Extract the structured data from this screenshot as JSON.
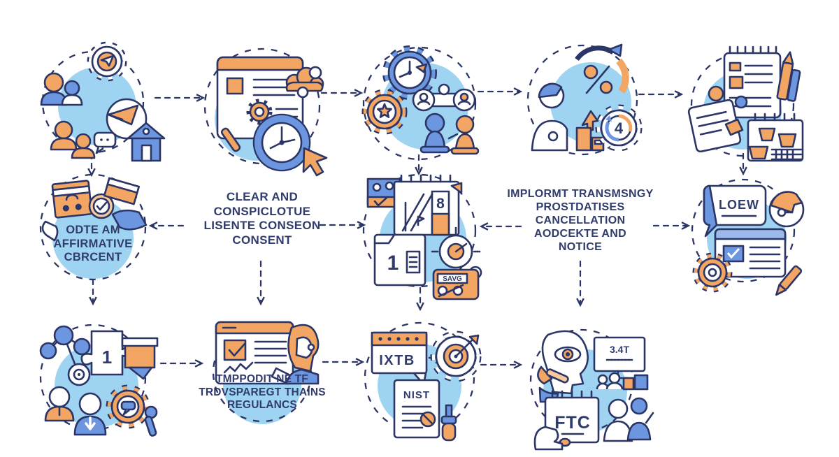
{
  "app": {
    "type": "flowchart-infographic",
    "background": "#ffffff"
  },
  "palette": {
    "outline": "#2c3666",
    "text": "#303c6b",
    "orange": "#f3a563",
    "orange_light": "#f8c99d",
    "blue": "#6c96df",
    "blue_light": "#9db9ec",
    "blob_blue": "#9ed3f2",
    "white": "#ffffff"
  },
  "labels": {
    "affirmative": {
      "lines": [
        "ODTE AM",
        "AFFIRMATIVE",
        "CBRCENT"
      ]
    },
    "clear": {
      "lines": [
        "CLEAR AND",
        "CONSPICLOTUE",
        "LISENTE CONSEON",
        "CONSENT"
      ]
    },
    "transparency": {
      "lines": [
        "IMPLORMT TRANSMSNGY",
        "PROSTDATISES",
        "CANCELLATION",
        "AODCEKTE AND",
        "NOTICE"
      ]
    },
    "rules": {
      "lines": [
        "TMPPODIT NE TF",
        "TRDVSPAREGT THAINS",
        "REGULANCS"
      ]
    }
  },
  "icon_texts": {
    "bubble_word": "LOEW",
    "device_word": "SAVG",
    "tag_word": "IXTB",
    "doc_word": "NIST",
    "calendar_word": "FTC",
    "monitor_value": "3.4T",
    "calendar_day": "8",
    "folder_num": "1",
    "puzzle_num": "1",
    "gear_num": "4"
  },
  "icons": [
    "team-gear-message-icon",
    "policy-document-clock-icon",
    "time-gears-balance-icon",
    "growth-percent-cycle-icon",
    "notes-calendar-icon",
    "consent-package-check-icon",
    "calendar-gauge-device-icon",
    "feedback-bubble-icon",
    "framework-molecule-icon",
    "transparency-browser-person-icon",
    "nist-standards-icon",
    "ftc-oversight-icon"
  ]
}
